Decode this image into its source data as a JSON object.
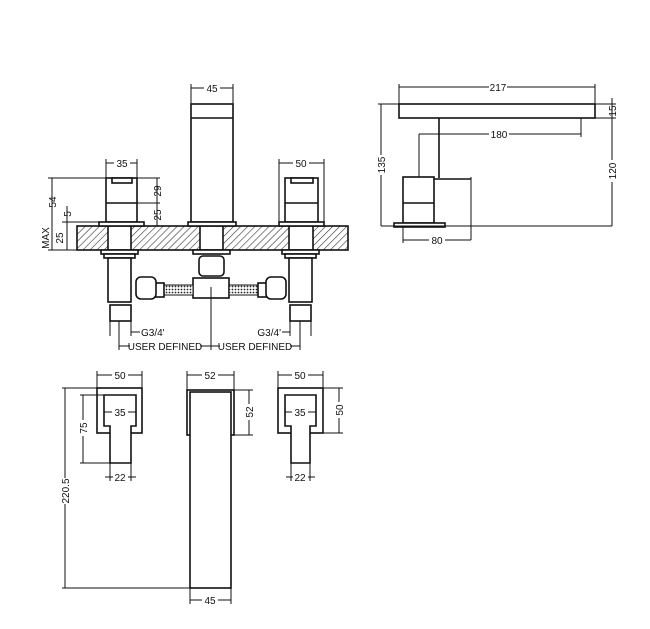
{
  "front_view": {
    "spout_width": "45",
    "left_handle_width": "35",
    "right_handle_width": "50",
    "handle_upper_height": "29",
    "handle_lower_height": "25",
    "overall_height": "54",
    "plate_thickness": "5",
    "max_label": "MAX",
    "max_deck_thickness": "25",
    "left_thread": "G3/4'",
    "right_thread": "G3/4'",
    "left_spacing": "USER DEFINED",
    "right_spacing": "USER DEFINED"
  },
  "side_view": {
    "overall_length": "217",
    "spout_thickness": "15",
    "projection": "180",
    "overall_height": "135",
    "spout_height": "120",
    "base_depth": "80"
  },
  "plan_view": {
    "left_plate_width": "50",
    "left_inner_width": "35",
    "left_depth": "75",
    "left_lever_width": "22",
    "spout_plate_width": "52",
    "spout_plate_depth": "52",
    "spout_width": "45",
    "spout_length": "220.5",
    "right_plate_width": "50",
    "right_plate_depth": "50",
    "right_inner_width": "35",
    "right_lever_width": "22"
  }
}
